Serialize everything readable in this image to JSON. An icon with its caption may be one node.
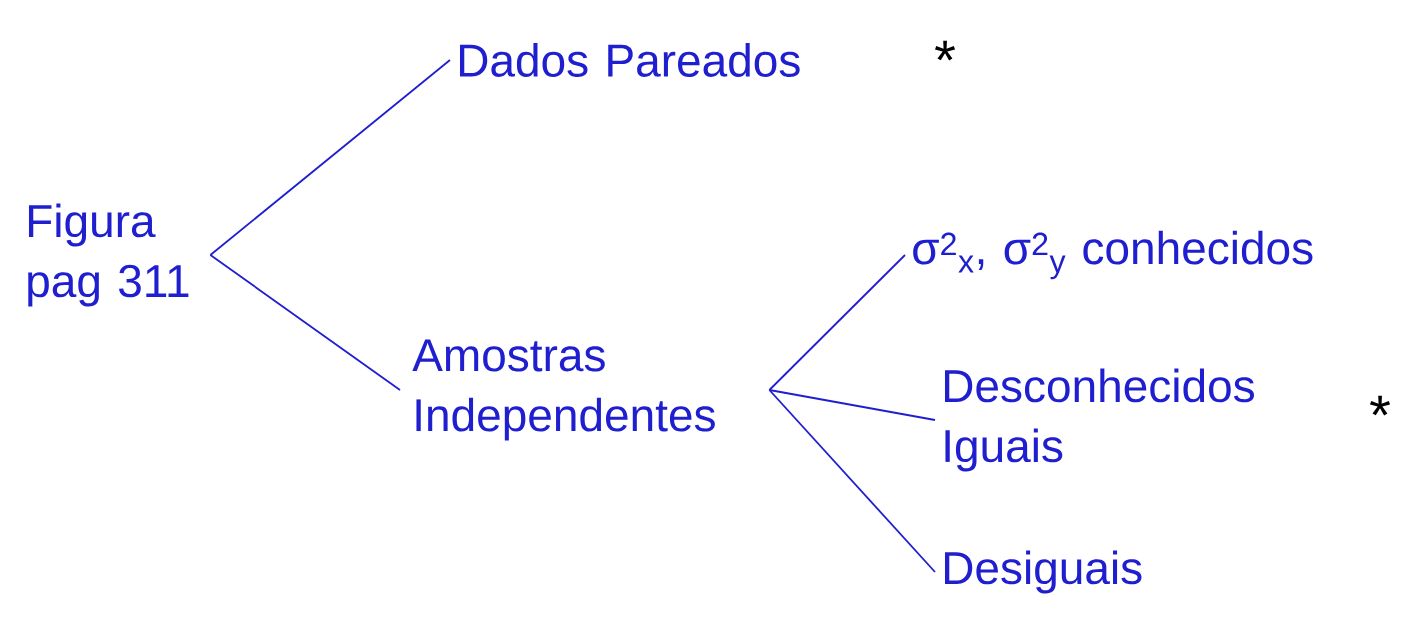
{
  "diagram": {
    "nodes": [
      {
        "text": [
          "Figura pag 311"
        ]
      },
      {
        "text": [
          "Dados Pareados"
        ],
        "beside": [
          "*"
        ]
      },
      {
        "text": [
          "Amostras Independentes"
        ]
      },
      {
        "text": [
          "σ$^{2}$$_{x}$, σ$^{2}$$_{y}$ conhecidos"
        ]
      },
      {
        "text": [
          "Desconhecidos Iguais"
        ],
        "beside": [
          "*"
        ]
      },
      {
        "text": [
          "Desiguais"
        ]
      }
    ],
    "edges": [
      {
        "from": 0,
        "to": 1,
        "arrow": "none"
      },
      {
        "from": 0,
        "to": 2,
        "arrow": "none"
      },
      {
        "from": 2,
        "to": 3,
        "arrow": "none"
      },
      {
        "from": 2,
        "to": 4,
        "arrow": "none"
      },
      {
        "from": 2,
        "to": 5,
        "arrow": "none"
      }
    ]
  }
}
